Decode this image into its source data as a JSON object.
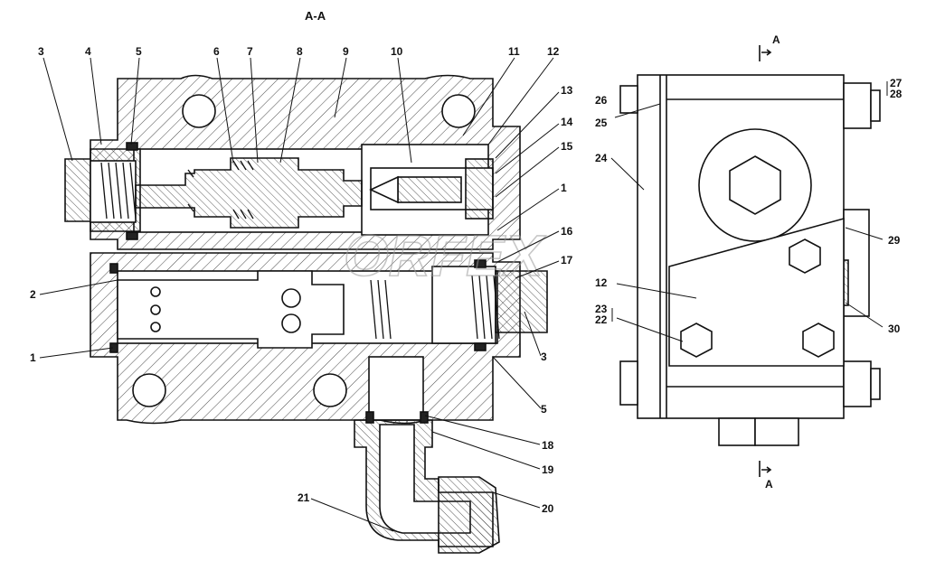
{
  "section_title": "A-A",
  "section_marks": {
    "top": "A",
    "bottom": "A"
  },
  "watermark": "ORFEX",
  "callouts": [
    "3",
    "4",
    "5",
    "6",
    "7",
    "8",
    "9",
    "10",
    "11",
    "12",
    "13",
    "14",
    "15",
    "1",
    "16",
    "17",
    "2",
    "1",
    "3",
    "5",
    "18",
    "19",
    "20",
    "21",
    "24",
    "26",
    "25",
    "27",
    "28",
    "29",
    "12",
    "23",
    "22",
    "30"
  ],
  "colors": {
    "line": "#111111",
    "hatch": "#333333",
    "watermark": "#9a9a9a"
  }
}
